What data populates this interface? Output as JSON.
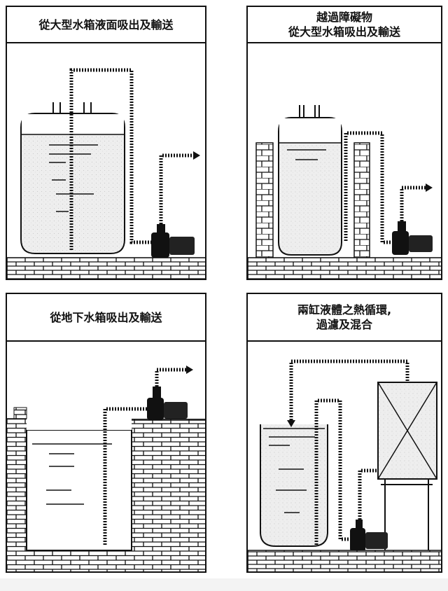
{
  "panels": [
    {
      "title_lines": [
        "從大型水箱液面吸出及輸送"
      ]
    },
    {
      "title_lines": [
        "越過障礙物",
        "從大型水箱吸出及輸送"
      ]
    },
    {
      "title_lines": [
        "從地下水箱吸出及輸送"
      ]
    },
    {
      "title_lines": [
        "兩缸液體之熱循環,",
        "過濾及混合"
      ]
    }
  ],
  "colors": {
    "ink": "#111111",
    "liquid": "#e9e9e9",
    "paper": "#ffffff"
  },
  "icons": [
    "pump-icon",
    "filter-tank-icon",
    "brick-wall-icon",
    "pipe-icon",
    "flow-arrow-icon"
  ]
}
